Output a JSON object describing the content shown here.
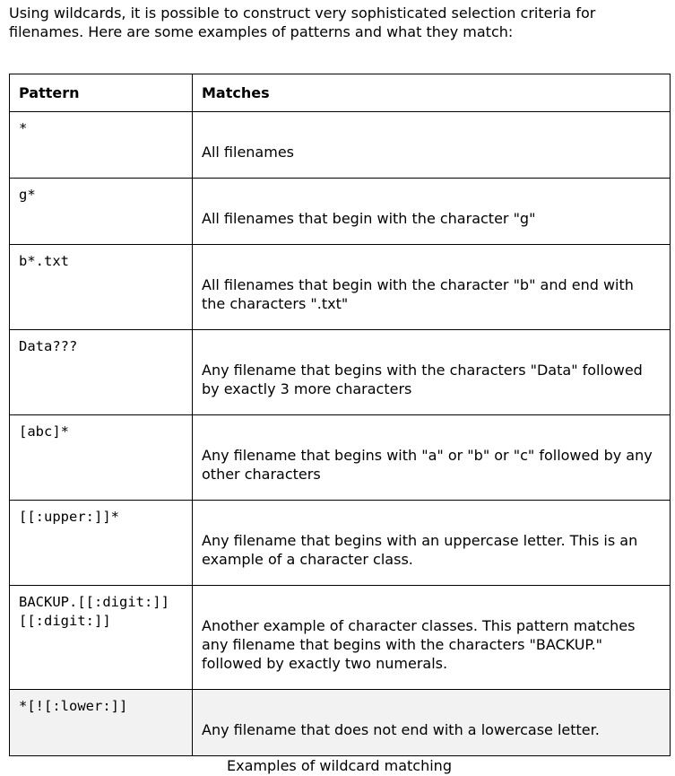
{
  "intro": "Using wildcards, it is possible to construct very sophisticated selection criteria for filenames. Here are some examples of patterns and what they match:",
  "table": {
    "headers": [
      "Pattern",
      "Matches"
    ],
    "rows": [
      {
        "pattern": "*",
        "matches": "All filenames"
      },
      {
        "pattern": "g*",
        "matches": "All filenames that begin with the character \"g\""
      },
      {
        "pattern": "b*.txt",
        "matches": "All filenames that begin with the character \"b\" and end with the characters \".txt\""
      },
      {
        "pattern": "Data???",
        "matches": "Any filename that begins with the characters \"Data\" followed by exactly 3 more characters"
      },
      {
        "pattern": "[abc]*",
        "matches": "Any filename that begins with \"a\" or \"b\" or \"c\" followed by any other characters"
      },
      {
        "pattern": "[[:upper:]]*",
        "matches": "Any filename that begins with an uppercase letter. This is an example of a character class."
      },
      {
        "pattern": "BACKUP.[[:digit:]][[:digit:]]",
        "matches": "Another example of character classes. This pattern matches any filename that begins with the characters \"BACKUP.\" followed by exactly two numerals."
      },
      {
        "pattern": "*[![:lower:]]",
        "matches": "Any filename that does not end with a lowercase letter."
      }
    ]
  },
  "caption": "Examples of wildcard matching"
}
